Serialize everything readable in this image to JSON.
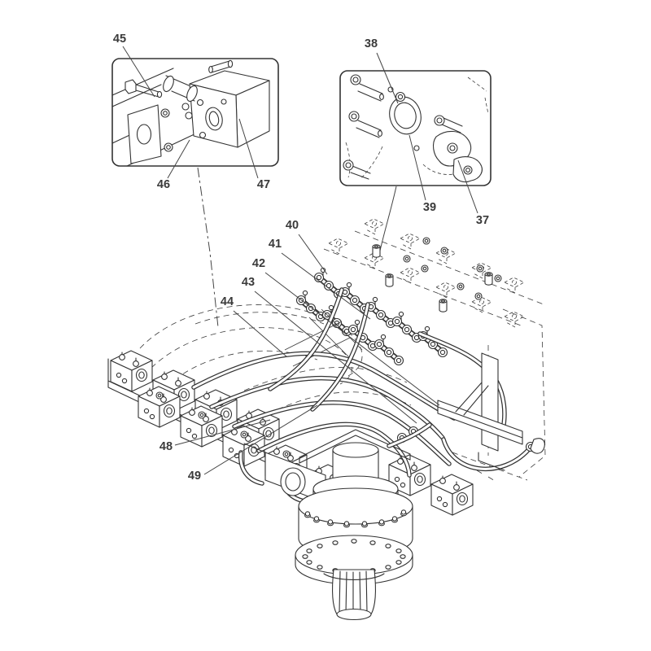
{
  "figure": {
    "type": "exploded-parts-diagram",
    "paper_color": "#ffffff",
    "ink_color": "#333333",
    "label_color": "#3a3a3a",
    "insets": [
      {
        "id": "detail-a",
        "description": "pilot-valve-block-detail"
      },
      {
        "id": "detail-b",
        "description": "clamp-and-bolt-detail"
      }
    ],
    "callouts": [
      {
        "id": "c45",
        "label": "45"
      },
      {
        "id": "c46",
        "label": "46"
      },
      {
        "id": "c47",
        "label": "47"
      },
      {
        "id": "c38",
        "label": "38"
      },
      {
        "id": "c39",
        "label": "39"
      },
      {
        "id": "c37",
        "label": "37"
      },
      {
        "id": "c40",
        "label": "40"
      },
      {
        "id": "c41",
        "label": "41"
      },
      {
        "id": "c42",
        "label": "42"
      },
      {
        "id": "c43",
        "label": "43"
      },
      {
        "id": "c44",
        "label": "44"
      },
      {
        "id": "c48",
        "label": "48"
      },
      {
        "id": "c49",
        "label": "49"
      }
    ]
  }
}
